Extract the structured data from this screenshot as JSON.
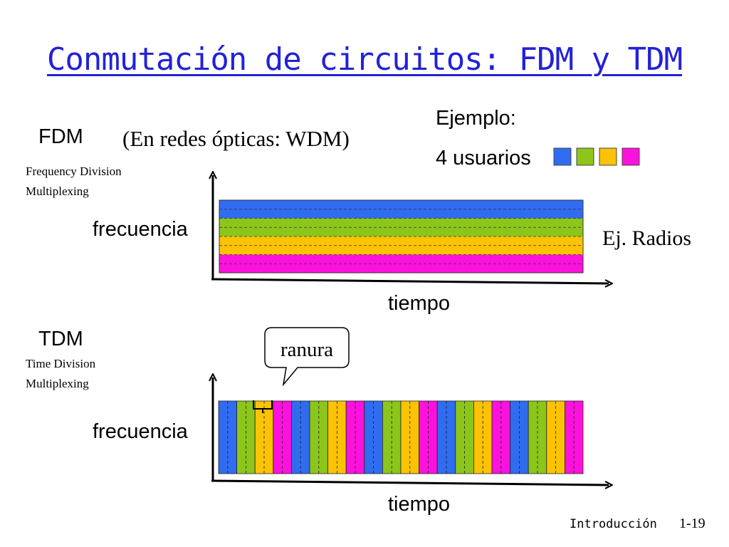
{
  "title": "Conmutación de circuitos: FDM y TDM",
  "fdm": {
    "label": "FDM",
    "optical_note": "(En redes ópticas: WDM)",
    "full_name_1": "Frequency Division",
    "full_name_2": "Multiplexing",
    "y_axis_label": "frecuencia",
    "x_axis_label": "tiempo",
    "example_note": "Ej. Radios"
  },
  "example": {
    "label": "Ejemplo:",
    "users_label": "4 usuarios"
  },
  "tdm": {
    "label": "TDM",
    "full_name_1": "Time Division",
    "full_name_2": "Multiplexing",
    "y_axis_label": "frecuencia",
    "x_axis_label": "tiempo",
    "slot_callout": "ranura",
    "slot_count": 20
  },
  "colors": {
    "user_1": "#2f6cf0",
    "user_2": "#8cc61a",
    "user_3": "#fcc204",
    "user_4": "#fc12dc",
    "title": "#2222d8"
  },
  "footer": {
    "section": "Introducción",
    "page": "1-19"
  }
}
